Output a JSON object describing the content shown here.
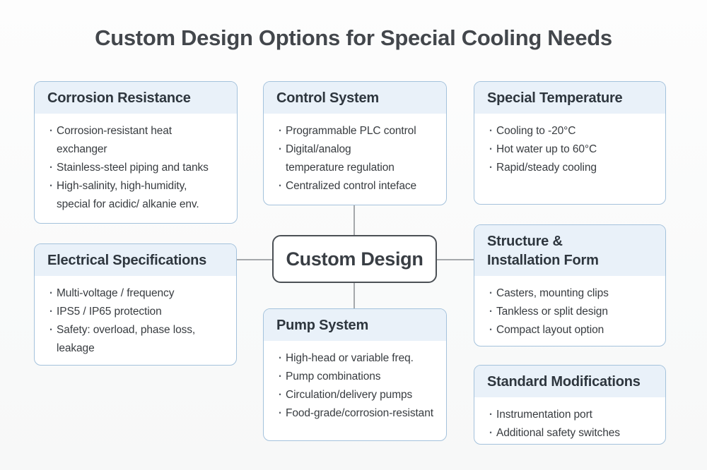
{
  "page": {
    "title": "Custom Design Options for Special Cooling Needs"
  },
  "center": {
    "label": "Custom Design"
  },
  "boxes": [
    {
      "id": "corrosion-resistance",
      "title": "Corrosion Resistance",
      "items": [
        "Corrosion-resistant heat\nexchanger",
        "Stainless-steel piping and tanks",
        "High-salinity, high-humidity,\nspecial for acidic/ alkanie env."
      ]
    },
    {
      "id": "control-system",
      "title": "Control System",
      "items": [
        "Programmable PLC control",
        "Digital/analog\ntemperature regulation",
        "Centralized control inteface"
      ]
    },
    {
      "id": "special-temperature",
      "title": "Special Temperature",
      "items": [
        "Cooling to -20°C",
        "Hot water up to 60°C",
        "Rapid/steady cooling"
      ]
    },
    {
      "id": "electrical-specifications",
      "title": "Electrical Specifications",
      "items": [
        "Multi-voltage / frequency",
        "IPS5 / IP65 protection",
        "Safety: overload, phase loss,\nleakage"
      ]
    },
    {
      "id": "structure-installation-form",
      "title": "Structure &\nInstallation Form",
      "items": [
        "Casters, mounting clips",
        "Tankless or split design",
        "Compact layout option"
      ]
    },
    {
      "id": "pump-system",
      "title": "Pump System",
      "items": [
        "High-head or variable freq.",
        "Pump combinations",
        "Circulation/delivery pumps",
        "Food-grade/corrosion-resistant"
      ]
    },
    {
      "id": "standard-modifications",
      "title": "Standard Modifications",
      "items": [
        "Instrumentation port",
        "Additional safety switches"
      ]
    }
  ],
  "colors": {
    "card_border": "#a4c2dc",
    "card_header_bg": "#e9f1f9",
    "card_body_bg": "#ffffff",
    "center_border": "#4b5055",
    "connector": "#a5a8ab",
    "title_text": "#43474c",
    "header_text": "#2e363e",
    "body_text": "#383c40"
  }
}
